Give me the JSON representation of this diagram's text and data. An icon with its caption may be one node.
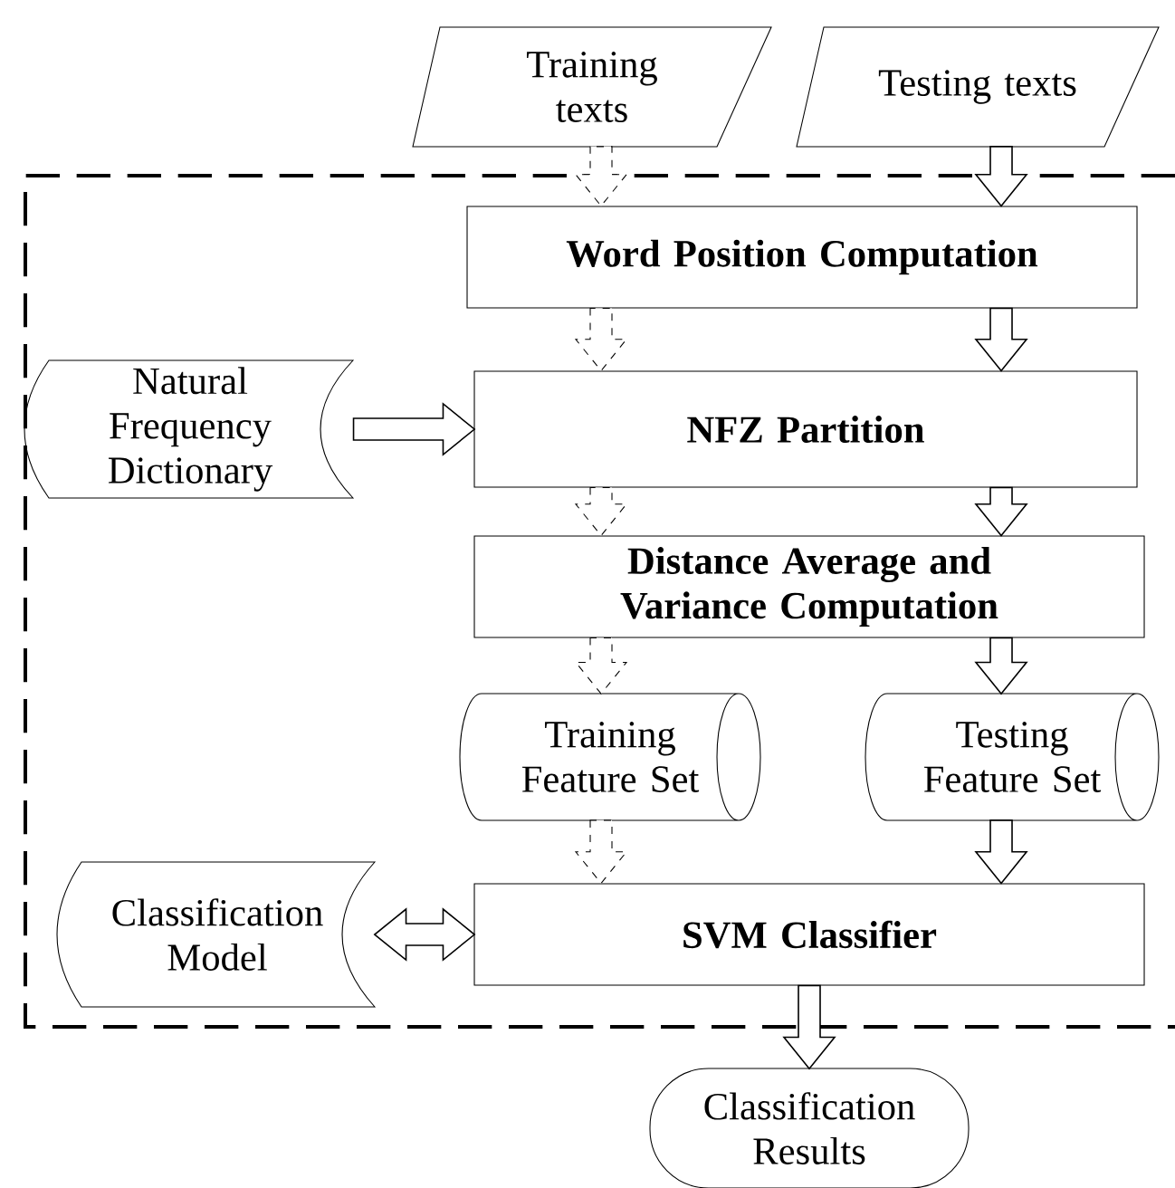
{
  "diagram": {
    "nodes": [
      {
        "text": [
          "Training texts"
        ]
      },
      {
        "text": [
          "Testing texts"
        ]
      },
      {
        "text": [
          "Word Position Computation"
        ]
      },
      {
        "text": [
          "Natural Frequency Dictionary"
        ]
      },
      {
        "text": [
          "NFZ Partition"
        ]
      },
      {
        "text": [
          "Distance Average and Variance Computation"
        ]
      },
      {
        "text": [
          "Training Feature Set"
        ]
      },
      {
        "text": [
          "Testing Feature Set"
        ]
      },
      {
        "text": [
          "Classification Model"
        ]
      },
      {
        "text": [
          "SVM Classifier"
        ]
      },
      {
        "text": [
          "Classification Results"
        ]
      }
    ],
    "edges": [
      {
        "from": 0,
        "to": 2,
        "arrow": "to",
        "style": "dashed"
      },
      {
        "from": 1,
        "to": 2,
        "arrow": "to"
      },
      {
        "from": 2,
        "to": 4,
        "arrow": "to",
        "style": "dashed"
      },
      {
        "from": 2,
        "to": 4,
        "arrow": "to"
      },
      {
        "from": 3,
        "to": 4,
        "arrow": "to"
      },
      {
        "from": 4,
        "to": 5,
        "arrow": "to",
        "style": "dashed"
      },
      {
        "from": 4,
        "to": 5,
        "arrow": "to"
      },
      {
        "from": 5,
        "to": 6,
        "arrow": "to",
        "style": "dashed"
      },
      {
        "from": 5,
        "to": 7,
        "arrow": "to"
      },
      {
        "from": 6,
        "to": 9,
        "arrow": "to",
        "style": "dashed"
      },
      {
        "from": 7,
        "to": 9,
        "arrow": "to"
      },
      {
        "from": 8,
        "to": 9,
        "arrow": "both"
      },
      {
        "from": 9,
        "to": 10,
        "arrow": "to"
      }
    ]
  }
}
